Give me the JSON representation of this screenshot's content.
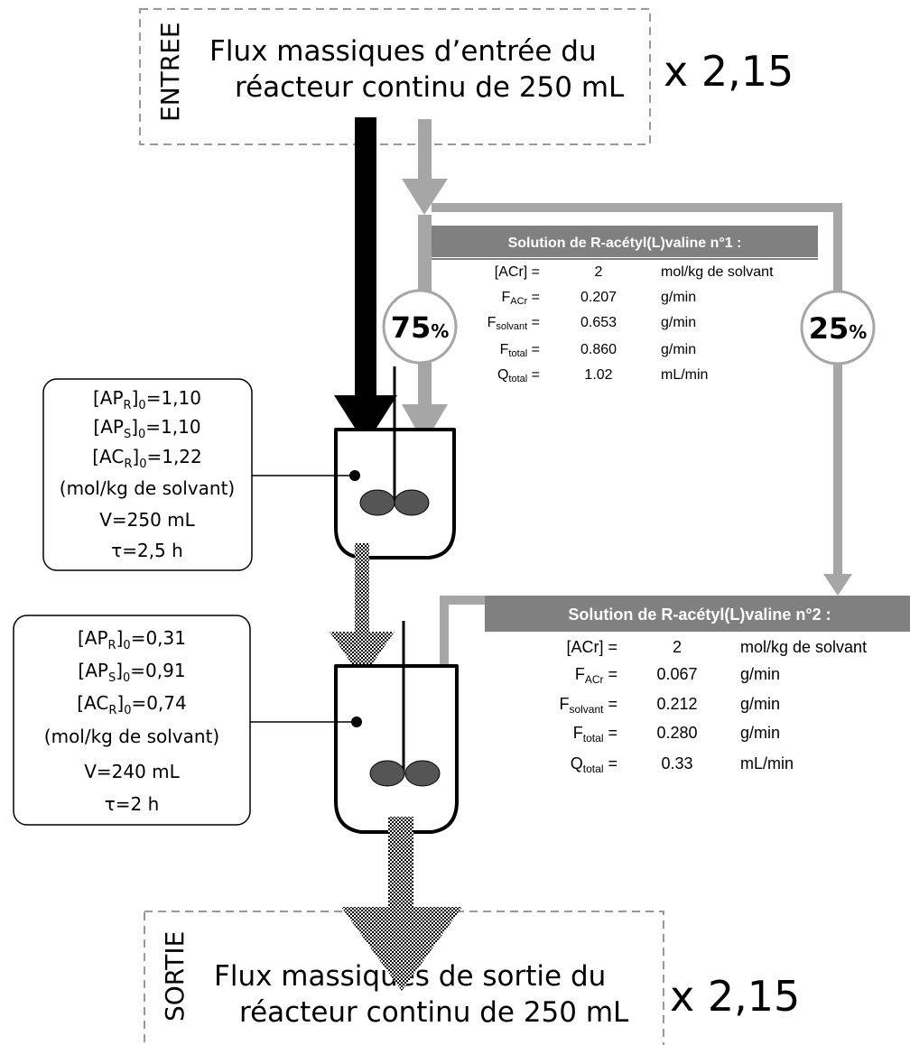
{
  "entree": {
    "side_label": "ENTREE",
    "line1": "Flux massiques d’entrée du",
    "line2": "réacteur continu de 250 mL",
    "factor": "x 2,15"
  },
  "sortie": {
    "side_label": "SORTIE",
    "line1": "Flux massiques de sortie du",
    "line2": "réacteur continu de 250 mL",
    "factor": "x 2,15"
  },
  "split": {
    "left_pct": "75",
    "right_pct": "25",
    "unit": "%"
  },
  "solution1": {
    "title": "Solution de R-acétyl(L)valine n°1 :",
    "rows": [
      {
        "label": "[ACr] =",
        "value": "2",
        "unit": "mol/kg de solvant"
      },
      {
        "label_main": "F",
        "label_sub": "ACr",
        "label_tail": " =",
        "value": "0.207",
        "unit": "g/min"
      },
      {
        "label_main": "F",
        "label_sub": "solvant",
        "label_tail": " =",
        "value": "0.653",
        "unit": "g/min"
      },
      {
        "label_main": "F",
        "label_sub": "total",
        "label_tail": " =",
        "value": "0.860",
        "unit": "g/min"
      },
      {
        "label_main": "Q",
        "label_sub": "total",
        "label_tail": " =",
        "value": "1.02",
        "unit": "mL/min"
      }
    ]
  },
  "solution2": {
    "title": "Solution de R-acétyl(L)valine n°2 :",
    "rows": [
      {
        "label": "[ACr] =",
        "value": "2",
        "unit": "mol/kg de solvant"
      },
      {
        "label_main": "F",
        "label_sub": "ACr",
        "label_tail": " =",
        "value": "0.067",
        "unit": "g/min"
      },
      {
        "label_main": "F",
        "label_sub": "solvant",
        "label_tail": " =",
        "value": "0.212",
        "unit": "g/min"
      },
      {
        "label_main": "F",
        "label_sub": "total",
        "label_tail": " =",
        "value": "0.280",
        "unit": "g/min"
      },
      {
        "label_main": "Q",
        "label_sub": "total",
        "label_tail": " =",
        "value": "0.33",
        "unit": "mL/min"
      }
    ]
  },
  "reactor1": {
    "ap_r": "=1,10",
    "ap_s": "=1,10",
    "ac_r": "=1,22",
    "units": "(mol/kg de solvant)",
    "volume": "V=250 mL",
    "tau": "τ=2,5 h"
  },
  "reactor2": {
    "ap_r": "=0,31",
    "ap_s": "=0,91",
    "ac_r": "=0,74",
    "units": "(mol/kg de solvant)",
    "volume": "V=240 mL",
    "tau": "τ=2 h"
  },
  "conc_labels": {
    "ap": "[AP",
    "ac": "[AC",
    "sub_r": "R",
    "sub_s": "S",
    "sub_0": "0",
    "close": "]"
  },
  "colors": {
    "gray_stream": "#a6a6a6",
    "header_bg": "#808080",
    "black_stream": "#000000",
    "impeller": "#555555",
    "box_border": "#999999"
  }
}
